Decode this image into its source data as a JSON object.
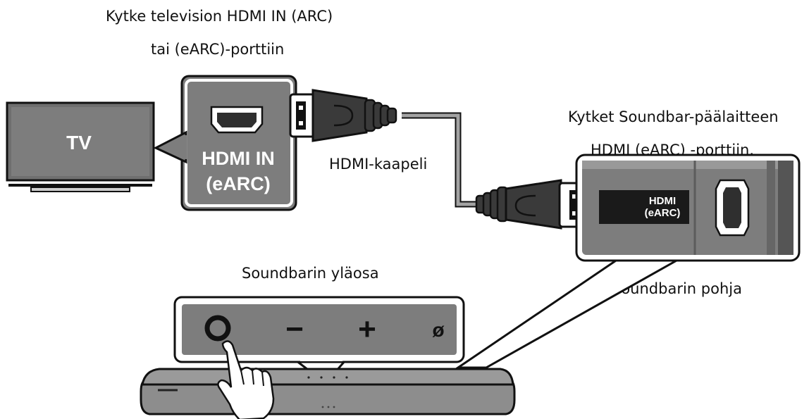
{
  "labels": {
    "tv_port_caption_line1": "Kytke television HDMI IN (ARC)",
    "tv_port_caption_line2": "tai (eARC)-porttiin",
    "soundbar_port_caption_line1": "Kytket Soundbar-päälaitteen",
    "soundbar_port_caption_line2": "HDMI (eARC) -porttiin.",
    "cable_label": "HDMI-kaapeli",
    "soundbar_top_label": "Soundbarin yläosa",
    "soundbar_bottom_label": "Soundbarin pohja"
  },
  "tv": {
    "screen_text": "TV"
  },
  "tv_port": {
    "line1": "HDMI IN",
    "line2": "(eARC)"
  },
  "soundbar_port": {
    "line1": "HDMI",
    "line2": "(eARC)"
  },
  "buttons": {
    "power_icon": "power-circle-icon",
    "minus_symbol": "−",
    "plus_symbol": "+",
    "mic_symbol": "ø"
  },
  "colors": {
    "panel_gray": "#7d7d7d",
    "dark_gray": "#3a3a3a",
    "cable_gray": "#9a9a9a",
    "outline": "#111111",
    "background": "#ffffff"
  }
}
